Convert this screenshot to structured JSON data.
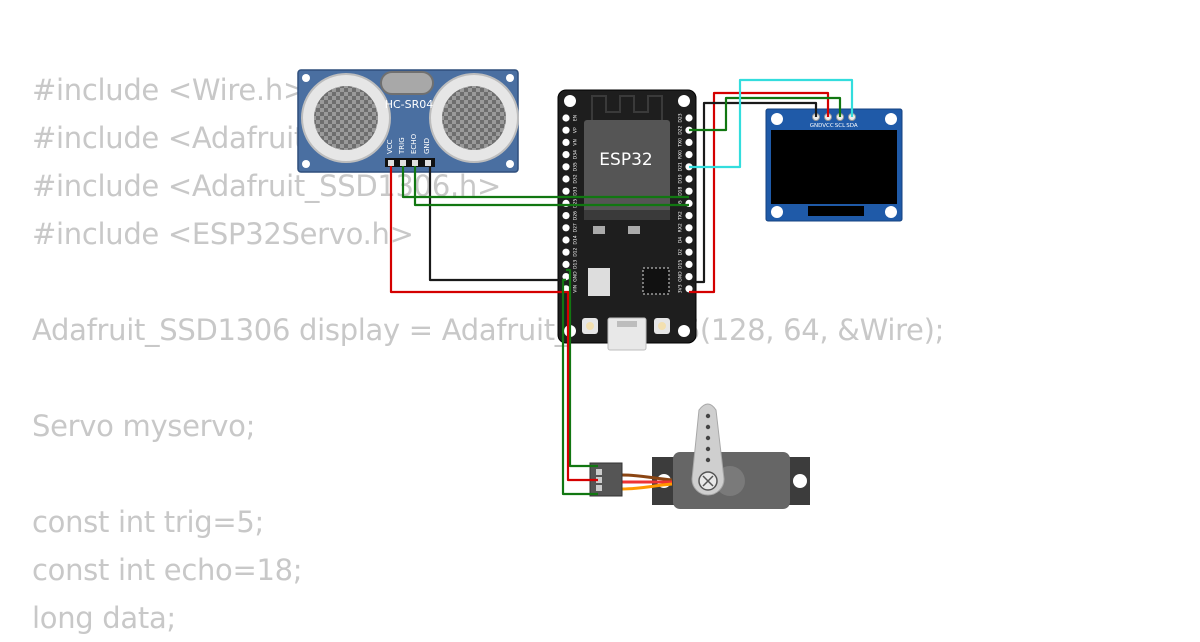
{
  "code_lines": [
    "#include <Wire.h>",
    "#include <Adafruit_GFX.h>",
    "#include <Adafruit_SSD1306.h>",
    "#include <ESP32Servo.h>",
    "",
    "Adafruit_SSD1306 display = Adafruit_SSD1306(128, 64, &Wire);",
    "",
    "Servo myservo;",
    "",
    "const int trig=5;",
    "const int echo=18;",
    "long data;"
  ],
  "ultrasonic": {
    "name": "HC-SR04",
    "pins": [
      "VCC",
      "TRIG",
      "ECHO",
      "GND"
    ],
    "color": "#4a6fa1"
  },
  "esp32": {
    "name": "ESP32",
    "left_pins": [
      "EN",
      "VP",
      "VN",
      "D34",
      "D35",
      "D32",
      "D33",
      "D25",
      "D26",
      "D27",
      "D14",
      "D12",
      "D13",
      "GND",
      "VIN"
    ],
    "right_pins": [
      "D23",
      "D22",
      "TX0",
      "RX0",
      "D21",
      "D19",
      "D18",
      "D5",
      "TX2",
      "RX2",
      "D4",
      "D2",
      "D15",
      "GND",
      "3V3"
    ]
  },
  "oled": {
    "pins": [
      "GND",
      "VCC",
      "SCL",
      "SDA"
    ],
    "color": "#1f5aa8"
  },
  "wire_colors": {
    "power": "#d40000",
    "ground": "#1a1a1a",
    "signal": "#117711",
    "data": "#33dddd"
  }
}
